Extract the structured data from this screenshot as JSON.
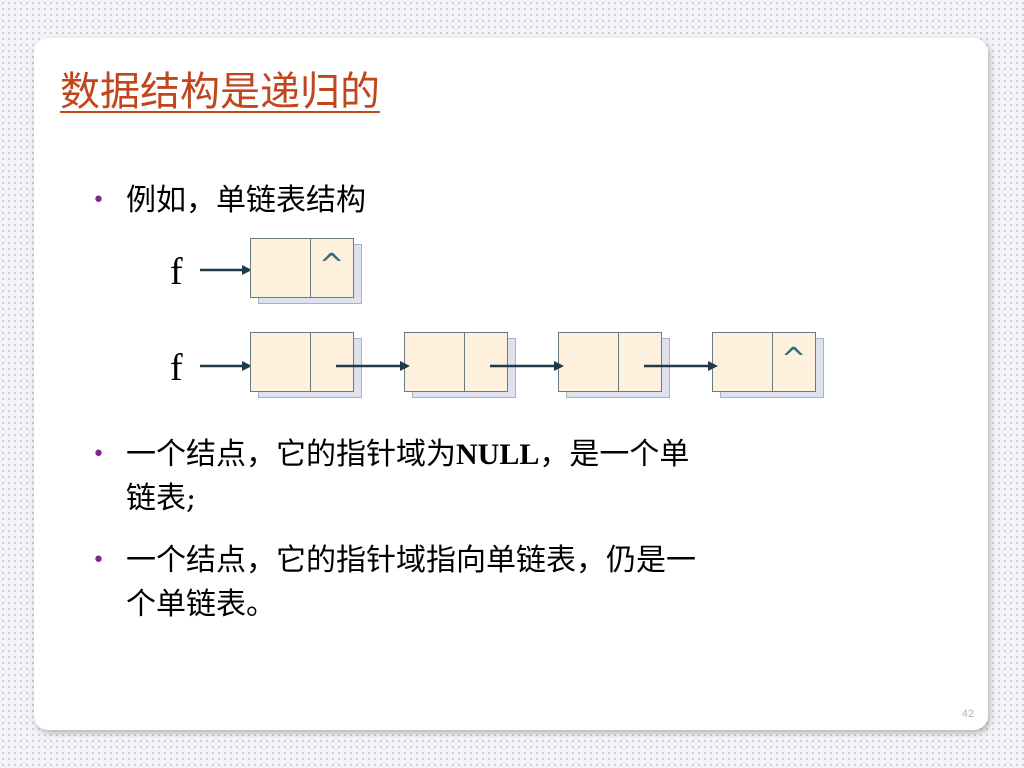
{
  "title": "数据结构是递归的",
  "bullets": [
    {
      "line1": "例如，单链表结构"
    },
    {
      "line1_pre": "一个结点，它的指针域为",
      "line1_bold": "NULL",
      "line1_post": "，是一个单",
      "line2": "链表;"
    },
    {
      "line1": "一个结点，它的指针域指向单链表，仍是一",
      "line2": "个单链表。"
    }
  ],
  "diagram": {
    "pointer_label": "f",
    "null_symbol": "^",
    "colors": {
      "node_fill": "#fdf0dc",
      "node_border": "#6b7a80",
      "caret": "#2f6b78"
    }
  },
  "page_number": "42",
  "colors": {
    "title": "#c0461c",
    "bullet_dot": "#7a2a8c"
  }
}
